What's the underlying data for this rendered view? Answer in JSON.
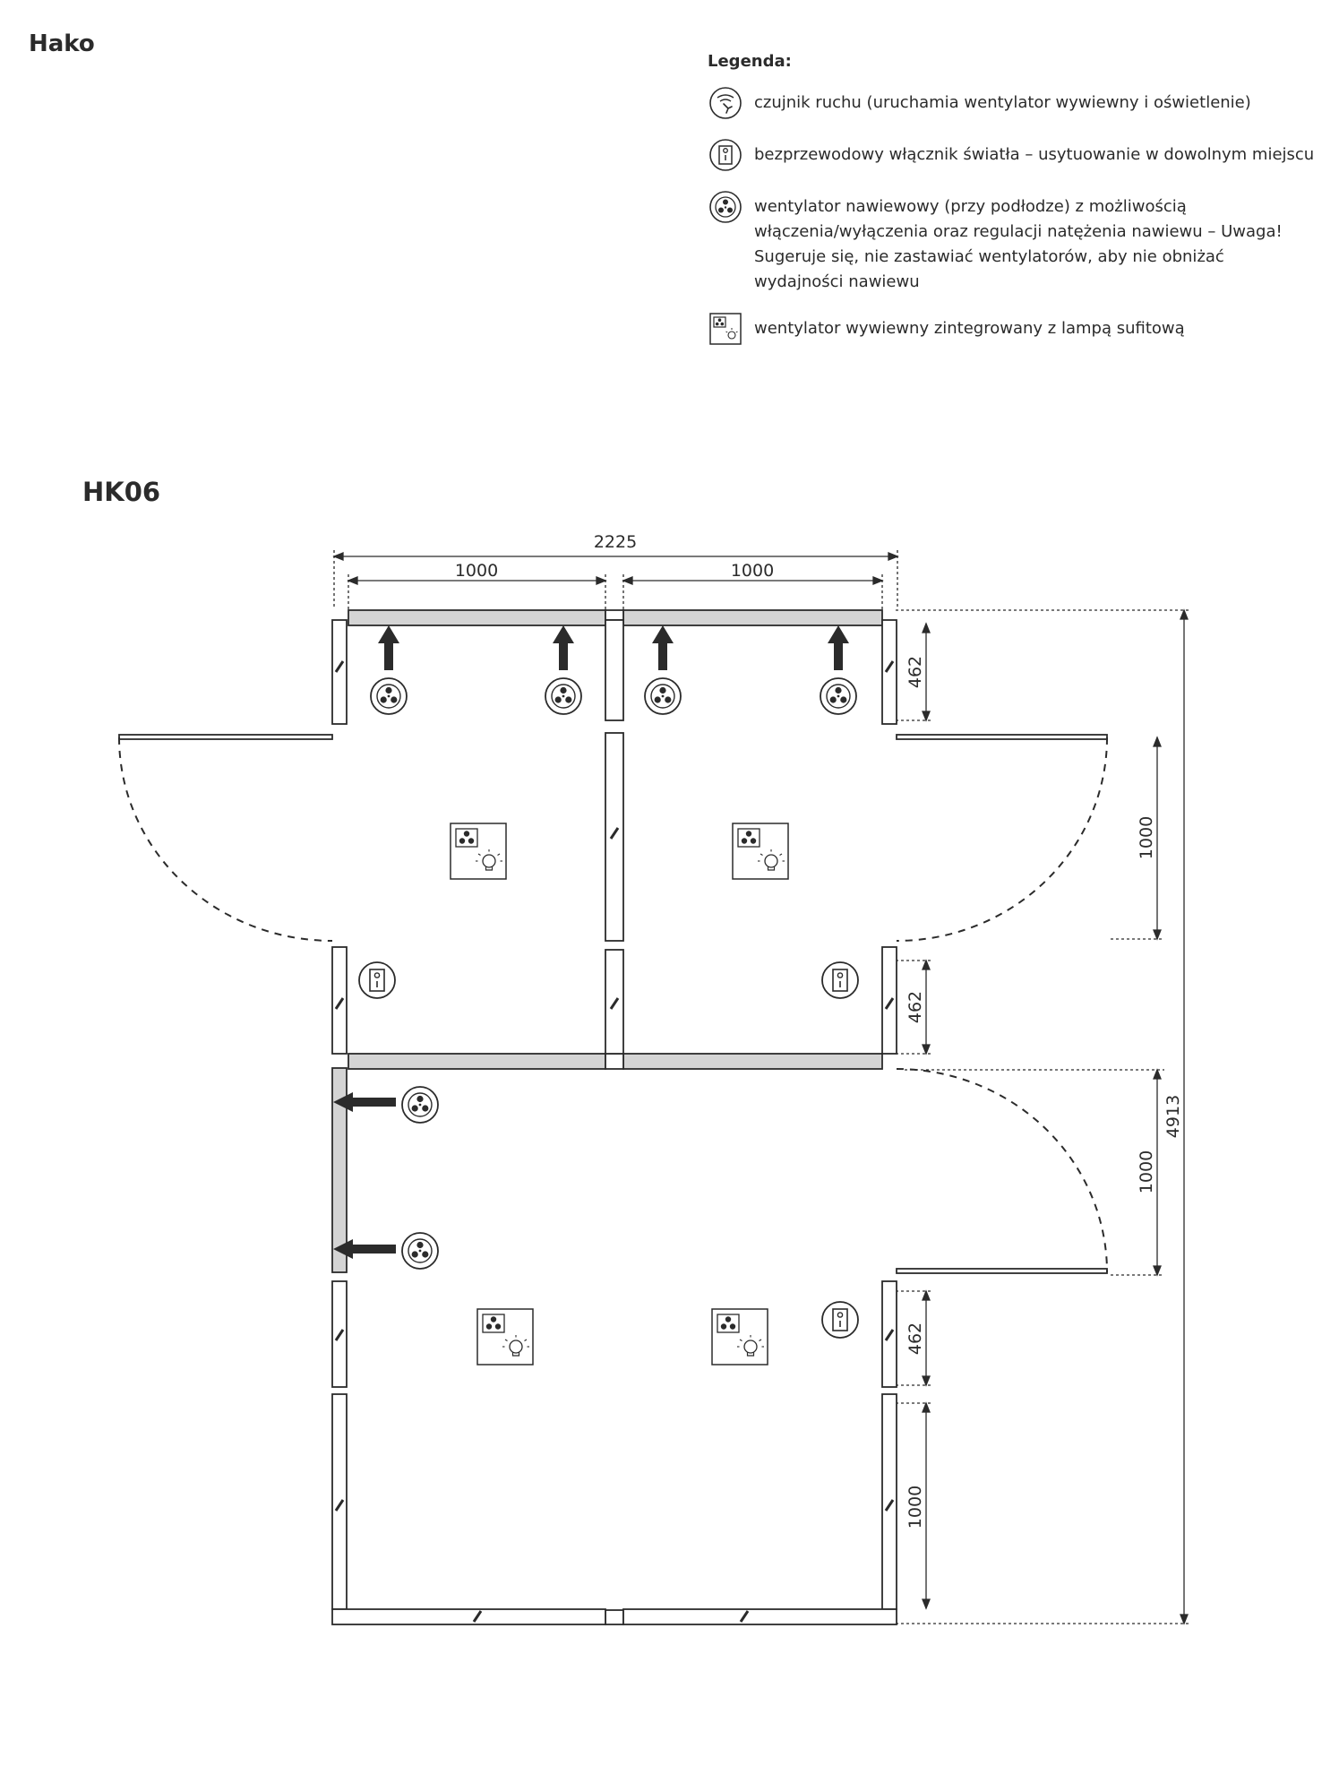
{
  "brand": "Hako",
  "legend": {
    "title": "Legenda:",
    "items": [
      {
        "icon": "motion-sensor-icon",
        "text": "czujnik ruchu (uruchamia wentylator wywiewny i oświetlenie)"
      },
      {
        "icon": "wireless-switch-icon",
        "text": "bezprzewodowy włącznik światła – usytuowanie w dowolnym miejscu"
      },
      {
        "icon": "supply-fan-icon",
        "text": "wentylator nawiewowy (przy podłodze) z możliwością włączenia/wyłączenia oraz regulacji natężenia nawiewu – Uwaga! Sugeruje się, nie zastawiać wentylatorów, aby nie obniżać wydajności nawiewu"
      },
      {
        "icon": "exhaust-fan-lamp-icon",
        "text": "wentylator wywiewny zintegrowany z lampą sufitową"
      }
    ]
  },
  "plan": {
    "title": "HK06",
    "dimensions": {
      "total_width": "2225",
      "top_left": "1000",
      "top_right": "1000",
      "total_height": "4913",
      "right_upper_wall": "462",
      "right_door_1": "1000",
      "right_mid_wall": "462",
      "right_door_2": "1000",
      "right_lower_wall": "462",
      "right_bottom_panel": "1000"
    }
  },
  "colors": {
    "line": "#2b2b2b",
    "wall_fill": "#d4d4d4",
    "background": "#ffffff"
  }
}
